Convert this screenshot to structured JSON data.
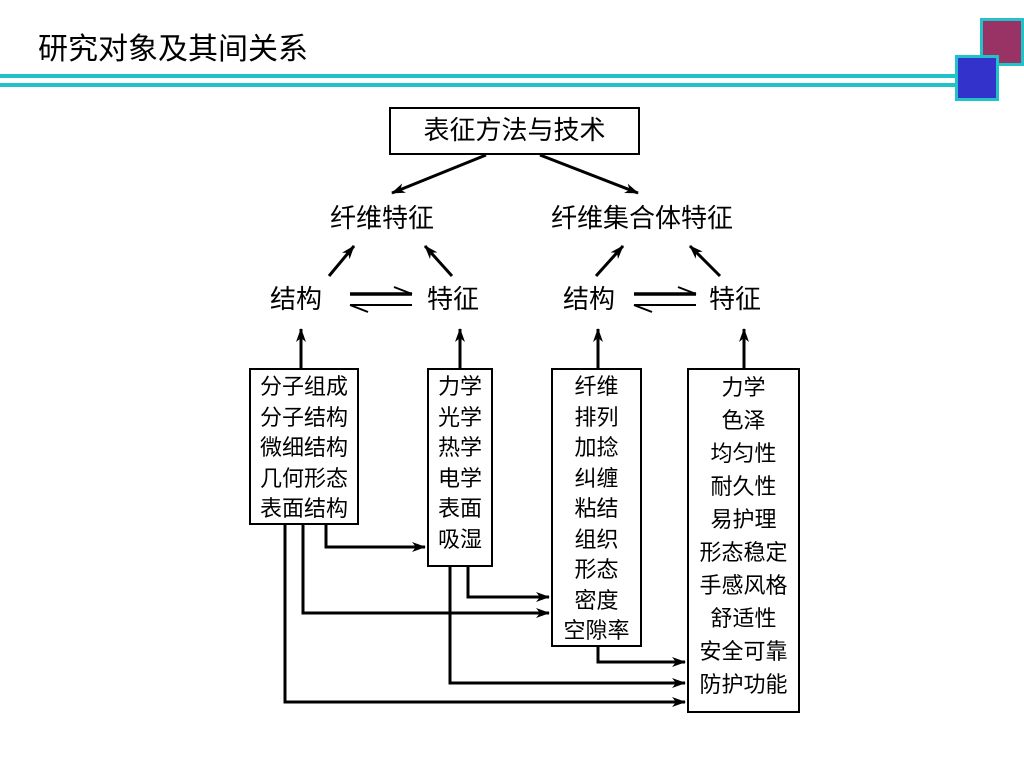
{
  "slide": {
    "title": "研究对象及其间关系",
    "accent_colors": {
      "line": "#22c3c8",
      "square_magenta": "#993366",
      "square_blue": "#3333cc"
    }
  },
  "diagram": {
    "root": "表征方法与技术",
    "fiber_feature": "纤维特征",
    "assembly_feature": "纤维集合体特征",
    "left_structure": "结构",
    "left_property": "特征",
    "right_structure": "结构",
    "right_property": "特征",
    "box_fiber_structure": [
      "分子组成",
      "分子结构",
      "微细结构",
      "几何形态",
      "表面结构"
    ],
    "box_fiber_property": [
      "力学",
      "光学",
      "热学",
      "电学",
      "表面",
      "吸湿"
    ],
    "box_assembly_structure": [
      "纤维",
      "排列",
      "加捻",
      "纠缠",
      "粘结",
      "组织",
      "形态",
      "密度",
      "空隙率"
    ],
    "box_assembly_property": [
      "力学",
      "色泽",
      "均匀性",
      "耐久性",
      "易护理",
      "形态稳定",
      "手感风格",
      "舒适性",
      "安全可靠",
      "防护功能"
    ]
  }
}
